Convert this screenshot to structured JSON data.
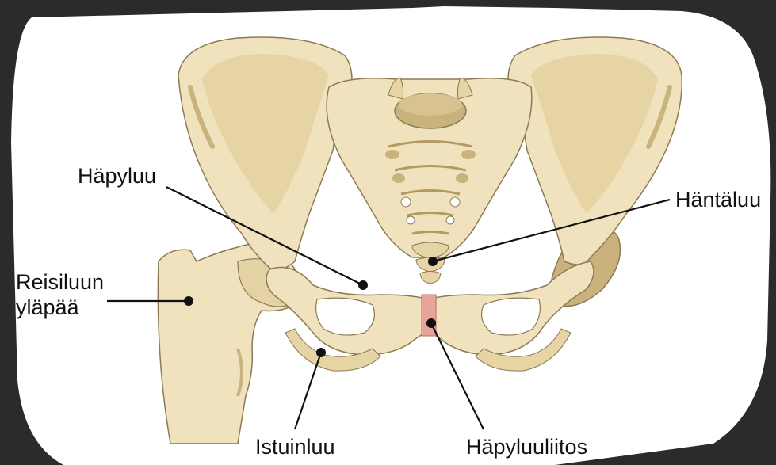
{
  "labels": {
    "pubis": "Häpyluu",
    "coccyx": "Häntäluu",
    "femur_line1": "Reisiluun",
    "femur_line2": "yläpää",
    "ischium": "Istuinluu",
    "symphysis": "Häpyluuliitos"
  },
  "colors": {
    "background": "#2b2b2b",
    "panel": "#ffffff",
    "bone": "#efe2bd",
    "bone_shadow": "#c9b27c",
    "bone_outline": "#8c7a54",
    "cartilage": "#e8a49b",
    "leader_line": "#111111"
  }
}
